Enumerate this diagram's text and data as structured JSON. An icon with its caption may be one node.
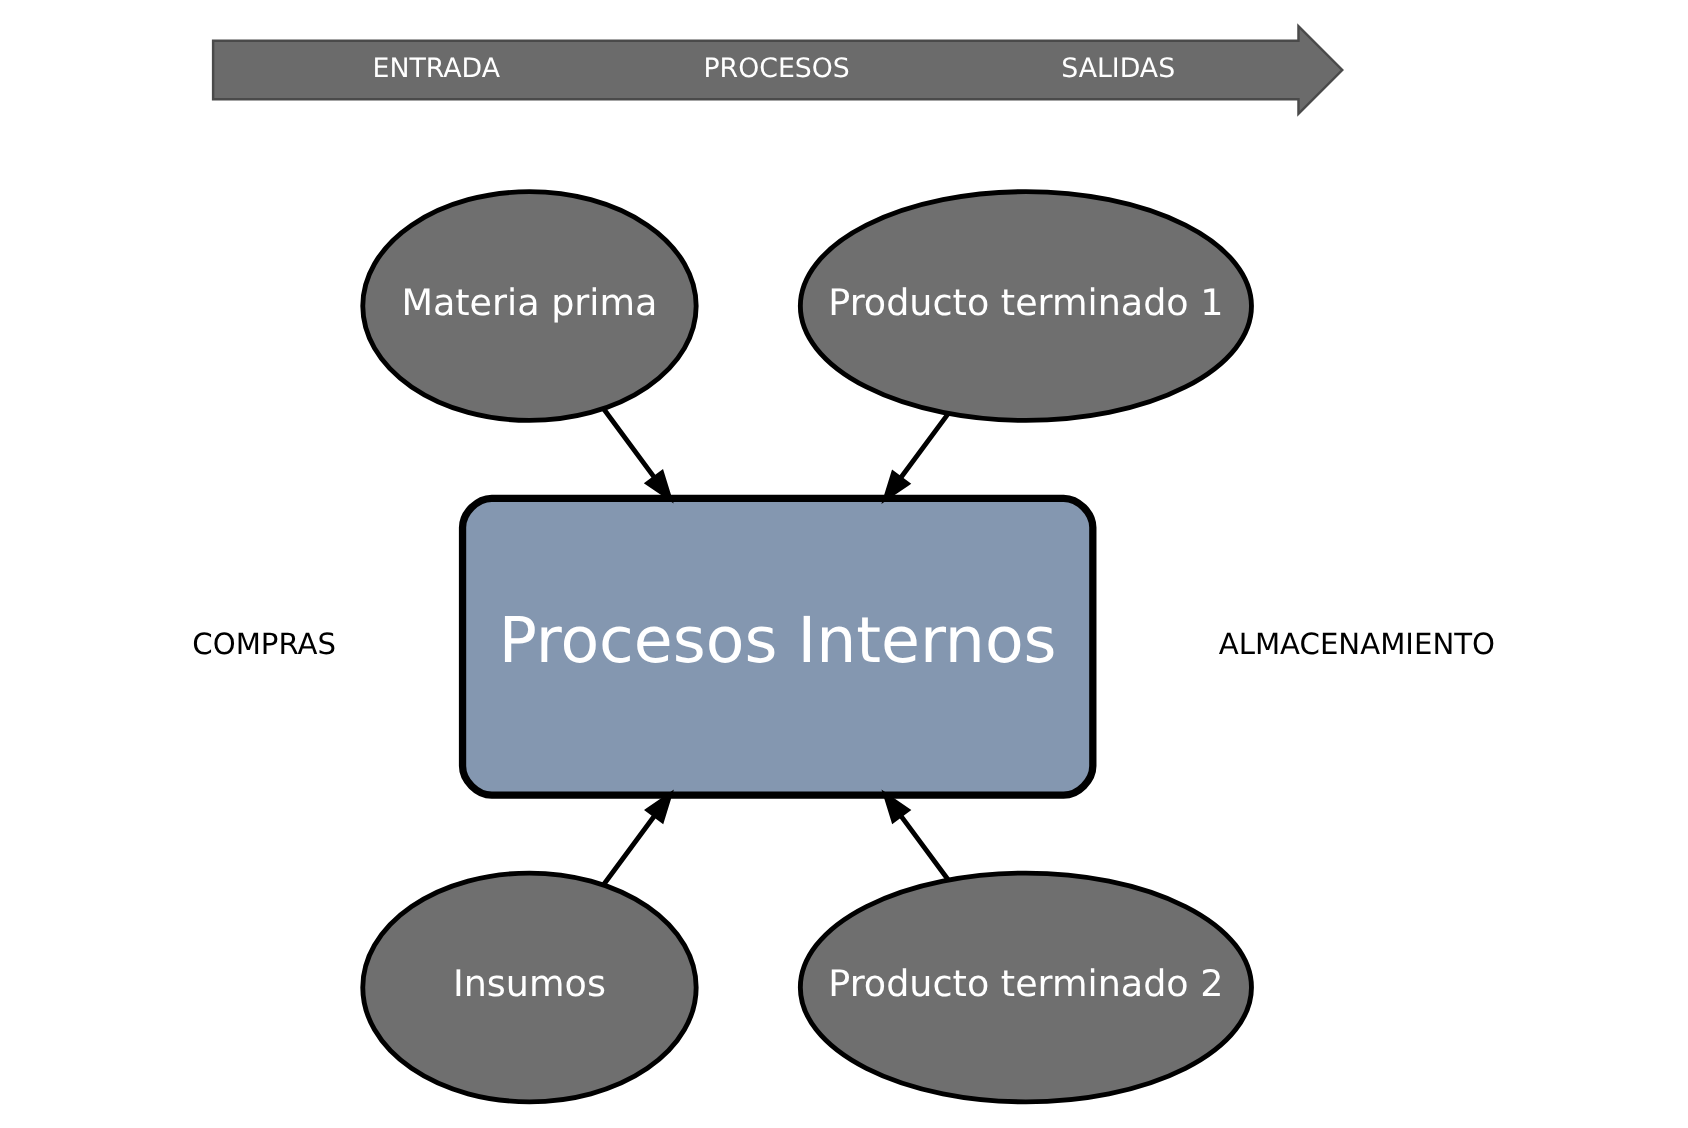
{
  "diagram": {
    "nodes": [
      {
        "text": [
          "ENTRADA",
          "PROCESOS",
          "SALIDAS"
        ]
      },
      {
        "text": [
          "Materia prima"
        ]
      },
      {
        "text": [
          "Producto terminado 1"
        ]
      },
      {
        "text": [
          "Procesos Internos"
        ]
      },
      {
        "text": [
          "Insumos"
        ]
      },
      {
        "text": [
          "Producto terminado 2"
        ]
      }
    ],
    "edges": [
      {
        "from": 1,
        "to": 3,
        "arrow": "to"
      },
      {
        "from": 2,
        "to": 3,
        "arrow": "to"
      },
      {
        "from": 4,
        "to": 3,
        "arrow": "to"
      },
      {
        "from": 5,
        "to": 3,
        "arrow": "to"
      }
    ],
    "labels": [
      "COMPRAS",
      "ALMACENAMIENTO"
    ]
  }
}
